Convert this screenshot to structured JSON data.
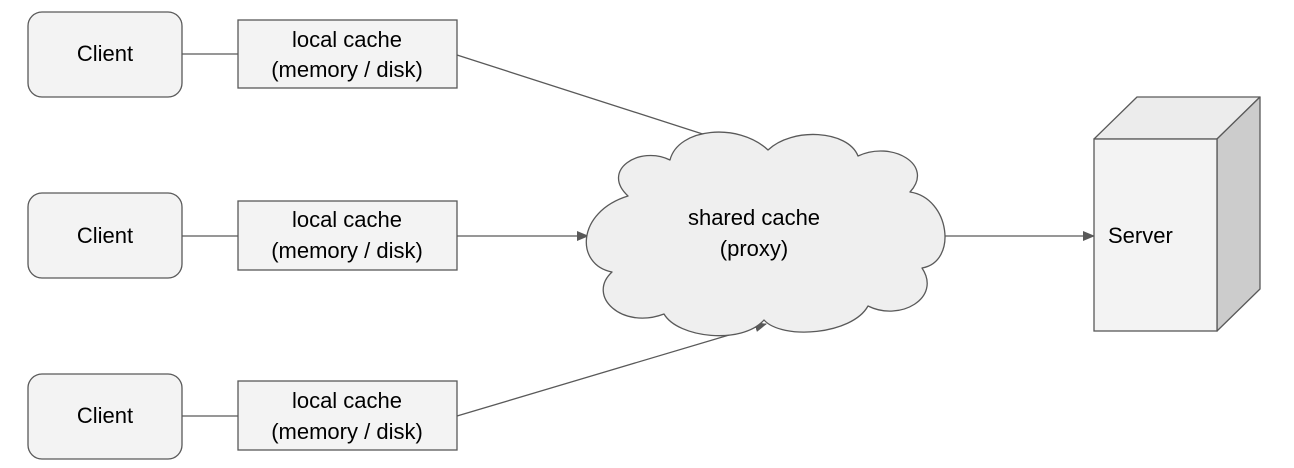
{
  "clients": [
    {
      "label": "Client",
      "cache_line1": "local cache",
      "cache_line2": "(memory / disk)"
    },
    {
      "label": "Client",
      "cache_line1": "local cache",
      "cache_line2": "(memory / disk)"
    },
    {
      "label": "Client",
      "cache_line1": "local cache",
      "cache_line2": "(memory / disk)"
    }
  ],
  "shared_cache": {
    "line1": "shared cache",
    "line2": "(proxy)"
  },
  "server": {
    "label": "Server"
  },
  "colors": {
    "box_fill": "#f3f3f3",
    "cloud_fill": "#efefef",
    "server_front": "#f3f3f3",
    "server_top": "#ececec",
    "server_side": "#cccccc",
    "stroke": "#595959",
    "arrow": "#595959",
    "text": "#000000"
  }
}
